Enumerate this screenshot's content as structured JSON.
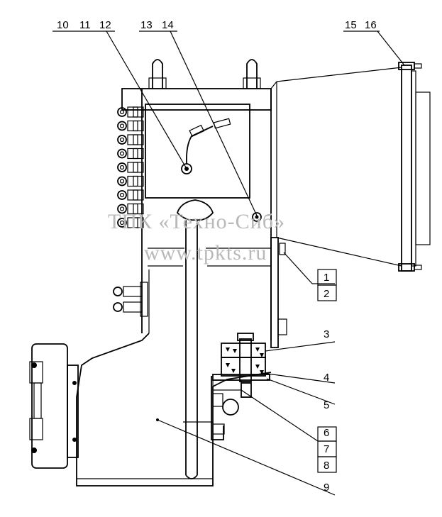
{
  "callouts": {
    "top_left": [
      "10",
      "11",
      "12"
    ],
    "top_mid": [
      "13",
      "14"
    ],
    "top_right": [
      "15",
      "16"
    ],
    "right": [
      "1",
      "2",
      "3",
      "4",
      "5",
      "6",
      "7",
      "8",
      "9"
    ]
  },
  "watermark": {
    "line1": "ТПК «Техно-Сиб»",
    "line2": "www.tpkts.ru"
  }
}
